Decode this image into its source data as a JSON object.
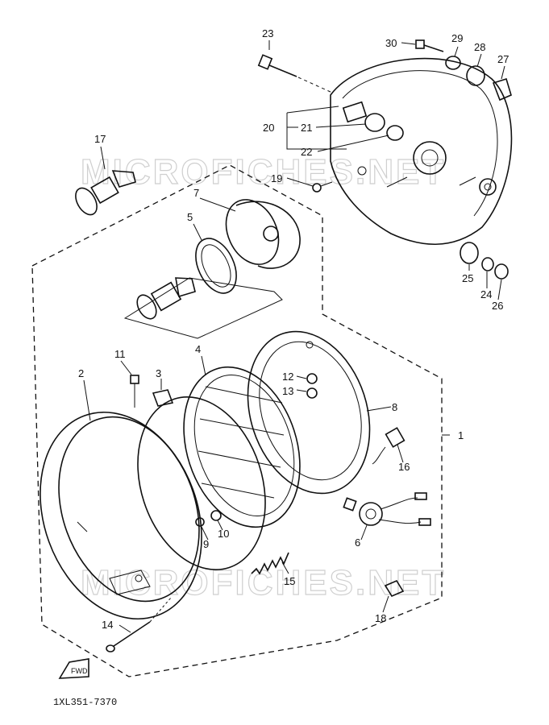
{
  "watermark": "MICROFICHES.NET",
  "part_code": "1XL351-7370",
  "callouts": {
    "c1": "1",
    "c2": "2",
    "c3": "3",
    "c4": "4",
    "c5": "5",
    "c6": "6",
    "c7": "7",
    "c8": "8",
    "c9": "9",
    "c10": "10",
    "c11": "11",
    "c12": "12",
    "c13": "13",
    "c14": "14",
    "c15": "15",
    "c16": "16",
    "c17": "17",
    "c18": "18",
    "c19": "19",
    "c20": "20",
    "c21": "21",
    "c22": "22",
    "c23": "23",
    "c24": "24",
    "c25": "25",
    "c26": "26",
    "c27": "27",
    "c28": "28",
    "c29": "29",
    "c30": "30"
  },
  "front_marker": "FWD"
}
